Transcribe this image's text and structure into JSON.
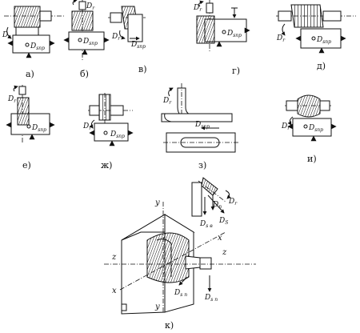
{
  "captions": {
    "a": "а)",
    "b": "б)",
    "v": "в)",
    "g": "г)",
    "d": "д)",
    "e": "е)",
    "zh": "ж)",
    "z": "з)",
    "i": "и)",
    "k": "к)"
  },
  "labels": {
    "dr": "D",
    "dr_sub": "r",
    "dsnp": "D",
    "dsnp_sub": "snp",
    "dsnp_short": "s np",
    "dsp": "D",
    "dsp_sub": "s np",
    "dn": "D",
    "dn_sub": "п",
    "ds": "D",
    "ds_sub": "S",
    "dsv": "D",
    "dsv_sub": "s в",
    "dsn": "D",
    "dsn_sub": "s п"
  },
  "axes": {
    "y": "y",
    "x": "x",
    "z": "z"
  }
}
